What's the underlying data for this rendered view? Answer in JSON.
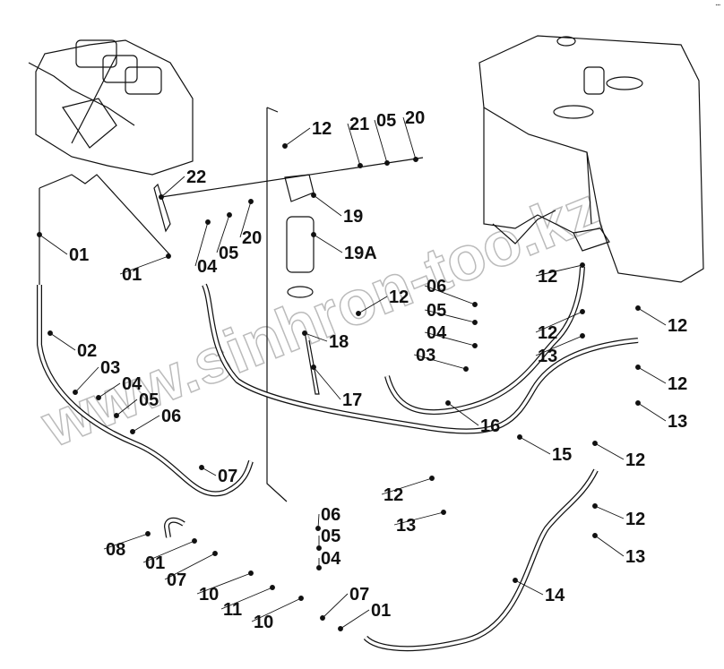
{
  "watermark": "www.sinhron-too.kz",
  "callouts": [
    "12",
    "21",
    "05",
    "20",
    "22",
    "19",
    "19A",
    "01",
    "01",
    "04",
    "05",
    "20",
    "12",
    "06",
    "05",
    "04",
    "03",
    "18",
    "17",
    "12",
    "12",
    "13",
    "12",
    "12",
    "13",
    "02",
    "03",
    "04",
    "05",
    "06",
    "07",
    "16",
    "15",
    "12",
    "12",
    "13",
    "14",
    "12",
    "13",
    "08",
    "01",
    "07",
    "10",
    "11",
    "10",
    "06",
    "05",
    "04",
    "07",
    "01"
  ],
  "colors": {
    "line": "#111111",
    "watermark": "#bbbbbb"
  }
}
